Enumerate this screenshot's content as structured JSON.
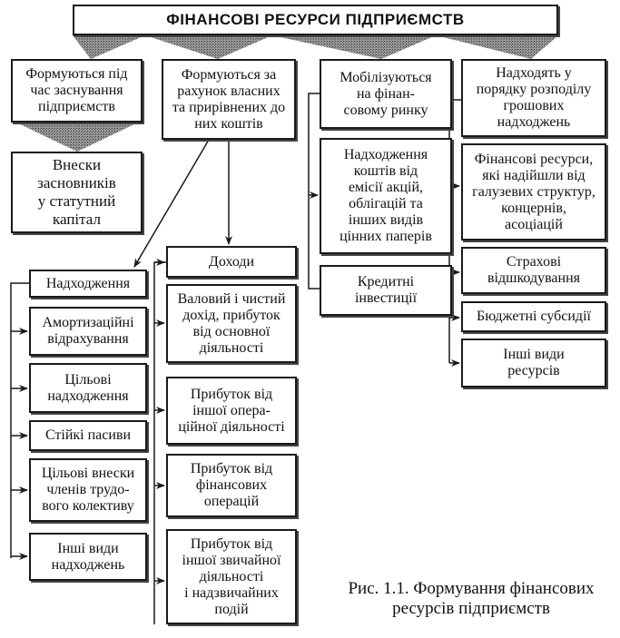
{
  "title": "ФІНАНСОВІ РЕСУРСИ ПІДПРИЄМСТВ",
  "sources": {
    "founding": {
      "label": "Формуються під\nчас заснування\nпідприємств",
      "children": [
        "Внески\nзасновників\nу статутний\nкапітал"
      ]
    },
    "own_funds": {
      "label": "Формуються за\nрахунок власних\nта прирівнених до\nних коштів",
      "receipts": {
        "label": "Надходження",
        "items": [
          "Амортизаційні\nвідрахування",
          "Цільові\nнадходження",
          "Стійкі пасиви",
          "Цільові внески\nчленів трудо-\nвого колективу",
          "Інші види\nнадходжень"
        ]
      },
      "income": {
        "label": "Доходи",
        "items": [
          "Валовий і чистий\nдохід, прибуток\nвід основної\nдіяльності",
          "Прибуток від\nіншої опера-\nційної діяльності",
          "Прибуток від\nфінансових\nоперацій",
          "Прибуток від\nіншої звичайної\nдіяльності\nі надзвичайних\nподій"
        ]
      }
    },
    "financial_market": {
      "label": "Мобілізуються\nна фінан-\nсовому ринку",
      "children": [
        "Надходження\nкоштів від\nемісії акцій,\nоблігацій та\nінших видів\nцінних паперів",
        "Кредитні\nінвестиції"
      ]
    },
    "redistribution": {
      "label": "Надходять у\nпорядку розподілу\nгрошових\nнадходжень",
      "children": [
        "Фінансові ресурси,\nякі надійшли від\nгалузевих структур,\nконцернів,\nасоціацій",
        "Страхові\nвідшкодування",
        "Бюджетні субсидії",
        "Інші види\nресурсів"
      ]
    }
  },
  "caption": "Рис. 1.1. Формування фінансових\nресурсів підприємств",
  "colors": {
    "line": "#1a1a1a",
    "shade": "#777777"
  }
}
